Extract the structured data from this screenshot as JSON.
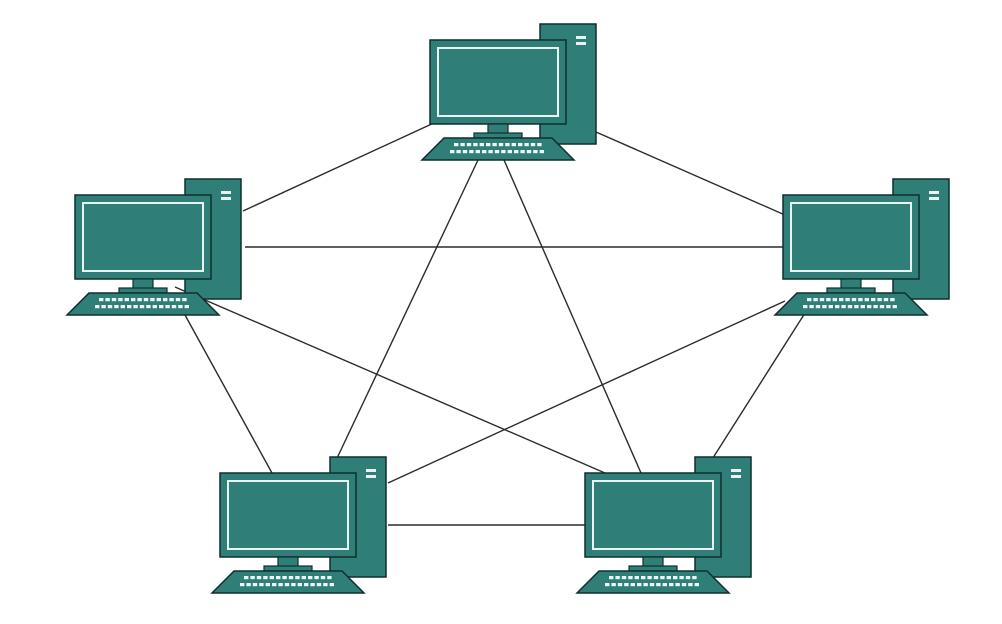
{
  "diagram": {
    "type": "full-mesh-network-topology",
    "nodes": [
      {
        "id": "computer-top",
        "icon": "desktop-computer-icon"
      },
      {
        "id": "computer-left",
        "icon": "desktop-computer-icon"
      },
      {
        "id": "computer-right",
        "icon": "desktop-computer-icon"
      },
      {
        "id": "computer-bottom-left",
        "icon": "desktop-computer-icon"
      },
      {
        "id": "computer-bottom-right",
        "icon": "desktop-computer-icon"
      }
    ],
    "links": [
      [
        "computer-top",
        "computer-left"
      ],
      [
        "computer-top",
        "computer-right"
      ],
      [
        "computer-top",
        "computer-bottom-left"
      ],
      [
        "computer-top",
        "computer-bottom-right"
      ],
      [
        "computer-left",
        "computer-right"
      ],
      [
        "computer-left",
        "computer-bottom-left"
      ],
      [
        "computer-left",
        "computer-bottom-right"
      ],
      [
        "computer-right",
        "computer-bottom-left"
      ],
      [
        "computer-right",
        "computer-bottom-right"
      ],
      [
        "computer-bottom-left",
        "computer-bottom-right"
      ]
    ],
    "colors": {
      "computer_fill": "#2f7f78",
      "computer_outline": "#0f2f2c",
      "screen_border": "#e9f4f2",
      "link_line": "#2b2b2b",
      "background": "#ffffff"
    }
  }
}
